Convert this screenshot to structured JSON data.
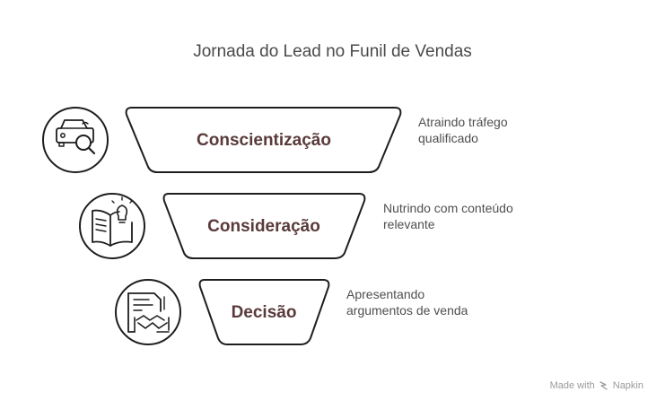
{
  "title": "Jornada do Lead no Funil de Vendas",
  "stages": [
    {
      "label": "Conscientização",
      "icon": "car-search-icon",
      "description": [
        "Atraindo tráfego",
        "qualificado"
      ]
    },
    {
      "label": "Consideração",
      "icon": "book-lightbulb-icon",
      "description": [
        "Nutrindo com conteúdo",
        "relevante"
      ]
    },
    {
      "label": "Decisão",
      "icon": "contract-handshake-icon",
      "description": [
        "Apresentando",
        "argumentos de venda"
      ]
    }
  ],
  "footer": {
    "made_with": "Made with",
    "brand": "Napkin"
  },
  "colors": {
    "stroke": "#1e1e1e",
    "label": "#5a3a3a",
    "text": "#4f4f4f"
  }
}
